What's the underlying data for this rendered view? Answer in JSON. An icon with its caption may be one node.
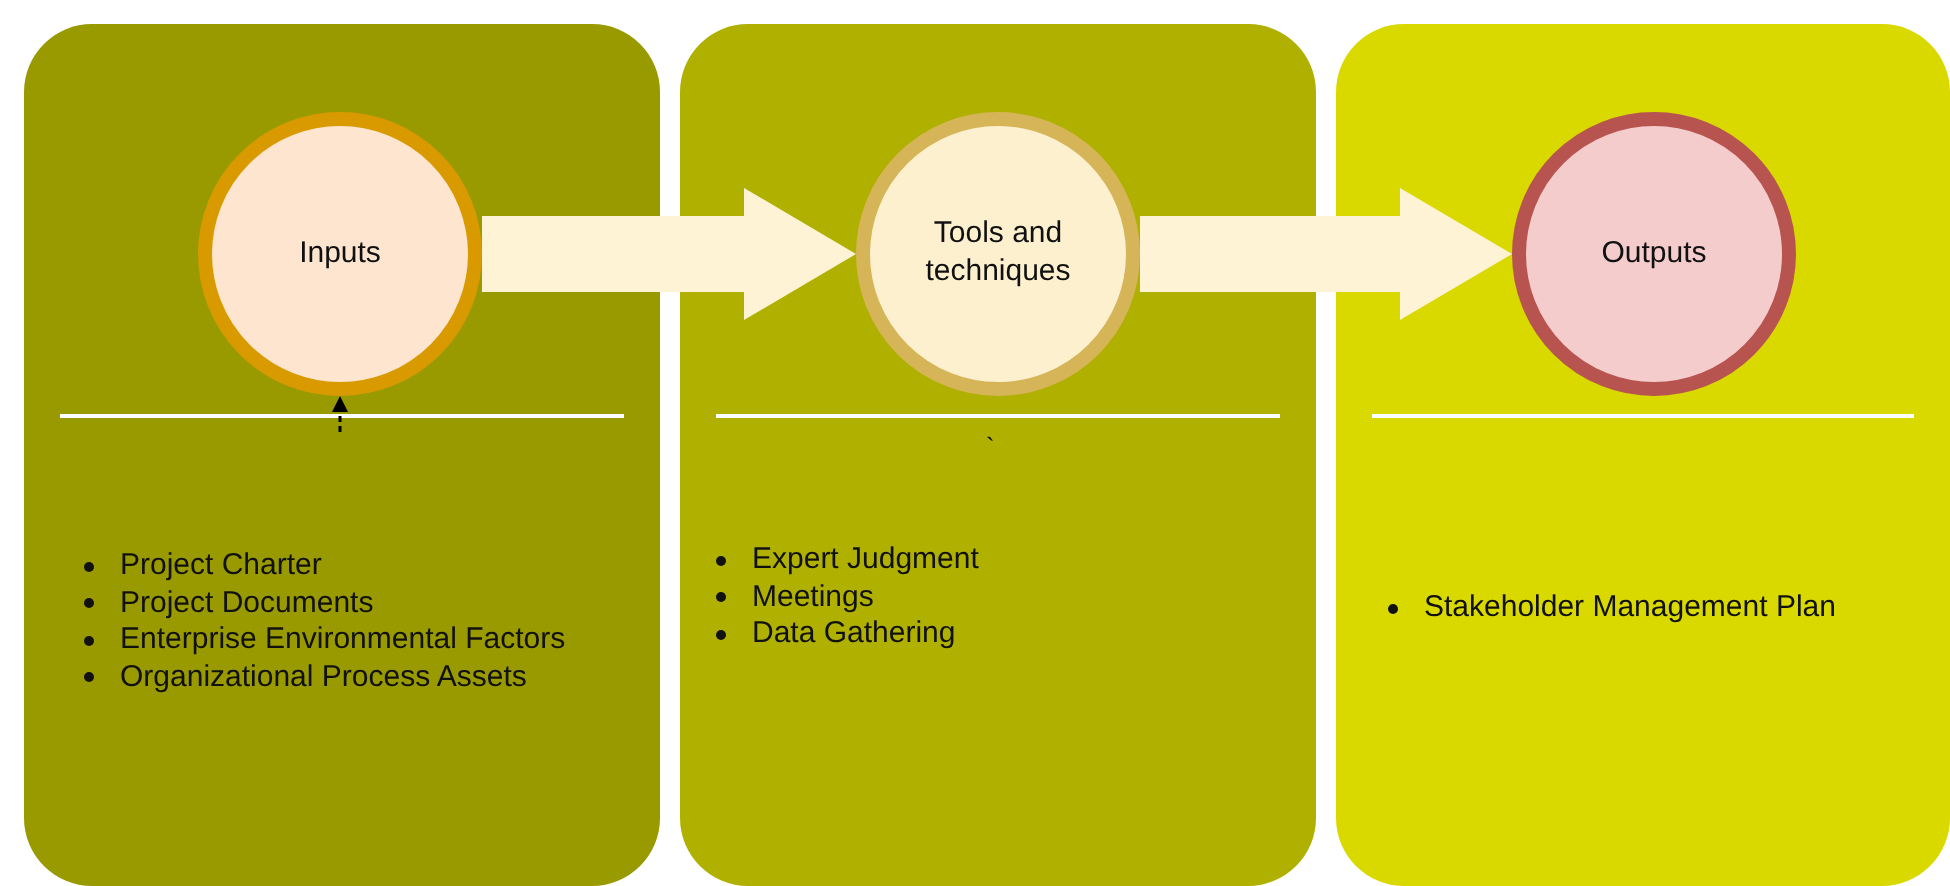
{
  "diagram": {
    "nodes": [
      {
        "text": [
          "Project Charter",
          "Project Documents",
          "Enterprise Environmental Factors",
          "Organizational Process Assets"
        ]
      },
      {
        "text": [
          "Inputs"
        ],
        "in": 0
      },
      {
        "text": [
          "Expert Judgment",
          "Meetings",
          "Data Gathering"
        ]
      },
      {
        "text": [
          "Tools and techniques"
        ],
        "in": 2
      },
      {
        "text": [
          "Stakeholder Management Plan"
        ]
      },
      {
        "text": [
          "Outputs"
        ],
        "in": 4
      }
    ],
    "edges": [
      {
        "from": 1,
        "to": 3,
        "arrow": "to"
      },
      {
        "from": 3,
        "to": 5,
        "arrow": "to"
      },
      {
        "from": null,
        "to": 1,
        "arrow": "to",
        "style": "dashed",
        "color": "#000000"
      }
    ],
    "labels": [
      "`"
    ]
  }
}
